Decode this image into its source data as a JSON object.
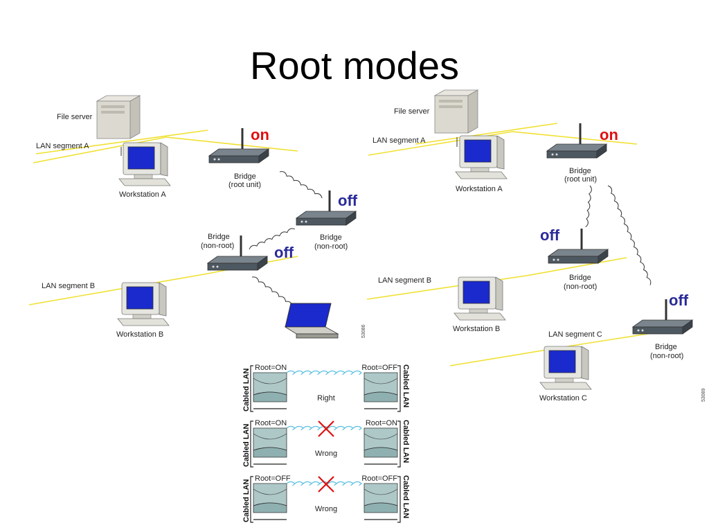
{
  "slide": {
    "title": "Root modes"
  },
  "colors": {
    "on": "#e01010",
    "off": "#2a2a9a",
    "lan": "#f0e030",
    "device": "#5a6570",
    "screen": "#1a2acc"
  },
  "left_diagram": {
    "file_server": "File server",
    "lan_a": "LAN segment A",
    "workstation_a": "Workstation A",
    "bridge_root": [
      "Bridge",
      "(root unit)"
    ],
    "bridge_mid": [
      "Bridge",
      "(non-root)"
    ],
    "bridge_left": [
      "Bridge",
      "(non-root)"
    ],
    "lan_b": "LAN segment B",
    "workstation_b": "Workstation B",
    "mode_root": "on",
    "mode_mid": "off",
    "mode_left": "off",
    "figure_id": "53086"
  },
  "right_diagram": {
    "file_server": "File server",
    "lan_a": "LAN segment A",
    "workstation_a": "Workstation A",
    "bridge_root": [
      "Bridge",
      "(root unit)"
    ],
    "bridge_mid": [
      "Bridge",
      "(non-root)"
    ],
    "bridge_right": [
      "Bridge",
      "(non-root)"
    ],
    "lan_b": "LAN segment B",
    "workstation_b": "Workstation B",
    "lan_c": "LAN segment C",
    "workstation_c": "Workstation C",
    "mode_root": "on",
    "mode_mid": "off",
    "mode_right": "off",
    "figure_id": "53089"
  },
  "config_table": {
    "rows": [
      {
        "left_root": "Root=ON",
        "right_root": "Root=OFF",
        "verdict": "Right",
        "valid": true
      },
      {
        "left_root": "Root=ON",
        "right_root": "Root=ON",
        "verdict": "Wrong",
        "valid": false
      },
      {
        "left_root": "Root=OFF",
        "right_root": "Root=OFF",
        "verdict": "Wrong",
        "valid": false
      }
    ],
    "side_label": "Cabled LAN"
  }
}
